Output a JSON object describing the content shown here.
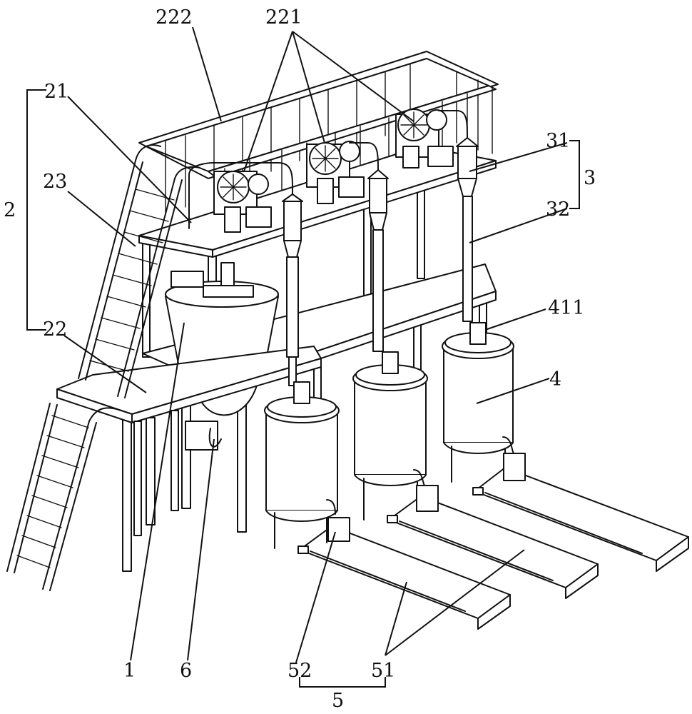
{
  "labels": {
    "l222": "222",
    "l221": "221",
    "l21": "21",
    "l2": "2",
    "l23": "23",
    "l22": "22",
    "l31": "31",
    "l3": "3",
    "l32": "32",
    "l411": "411",
    "l4": "4",
    "l1": "1",
    "l6": "6",
    "l52": "52",
    "l51": "51",
    "l5": "5"
  }
}
